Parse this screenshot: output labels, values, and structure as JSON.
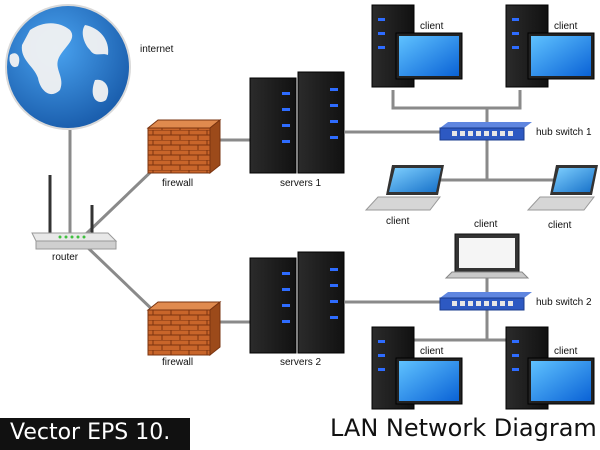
{
  "labels": {
    "internet": "internet",
    "router": "router",
    "firewall_top": "firewall",
    "firewall_bottom": "firewall",
    "servers_1": "servers 1",
    "servers_2": "servers 2",
    "hub_switch_1": "hub switch 1",
    "hub_switch_2": "hub switch 2",
    "client_tl": "client",
    "client_tr": "client",
    "client_laptop_l": "client",
    "client_laptop_r": "client",
    "client_laptop_mid": "client",
    "client_bl": "client",
    "client_br": "client"
  },
  "title": "LAN Network Diagram",
  "footer": "Vector EPS 10.",
  "colors": {
    "globe_ocean": "#2a7fd4",
    "globe_land": "#f2f2f2",
    "brick": "#c8652a",
    "server_body": "#1f1f1f",
    "server_led": "#2e6cff",
    "monitor_screen": "#1e8fff",
    "switch_blue": "#2d59c2",
    "cable": "#8a8a8a"
  }
}
